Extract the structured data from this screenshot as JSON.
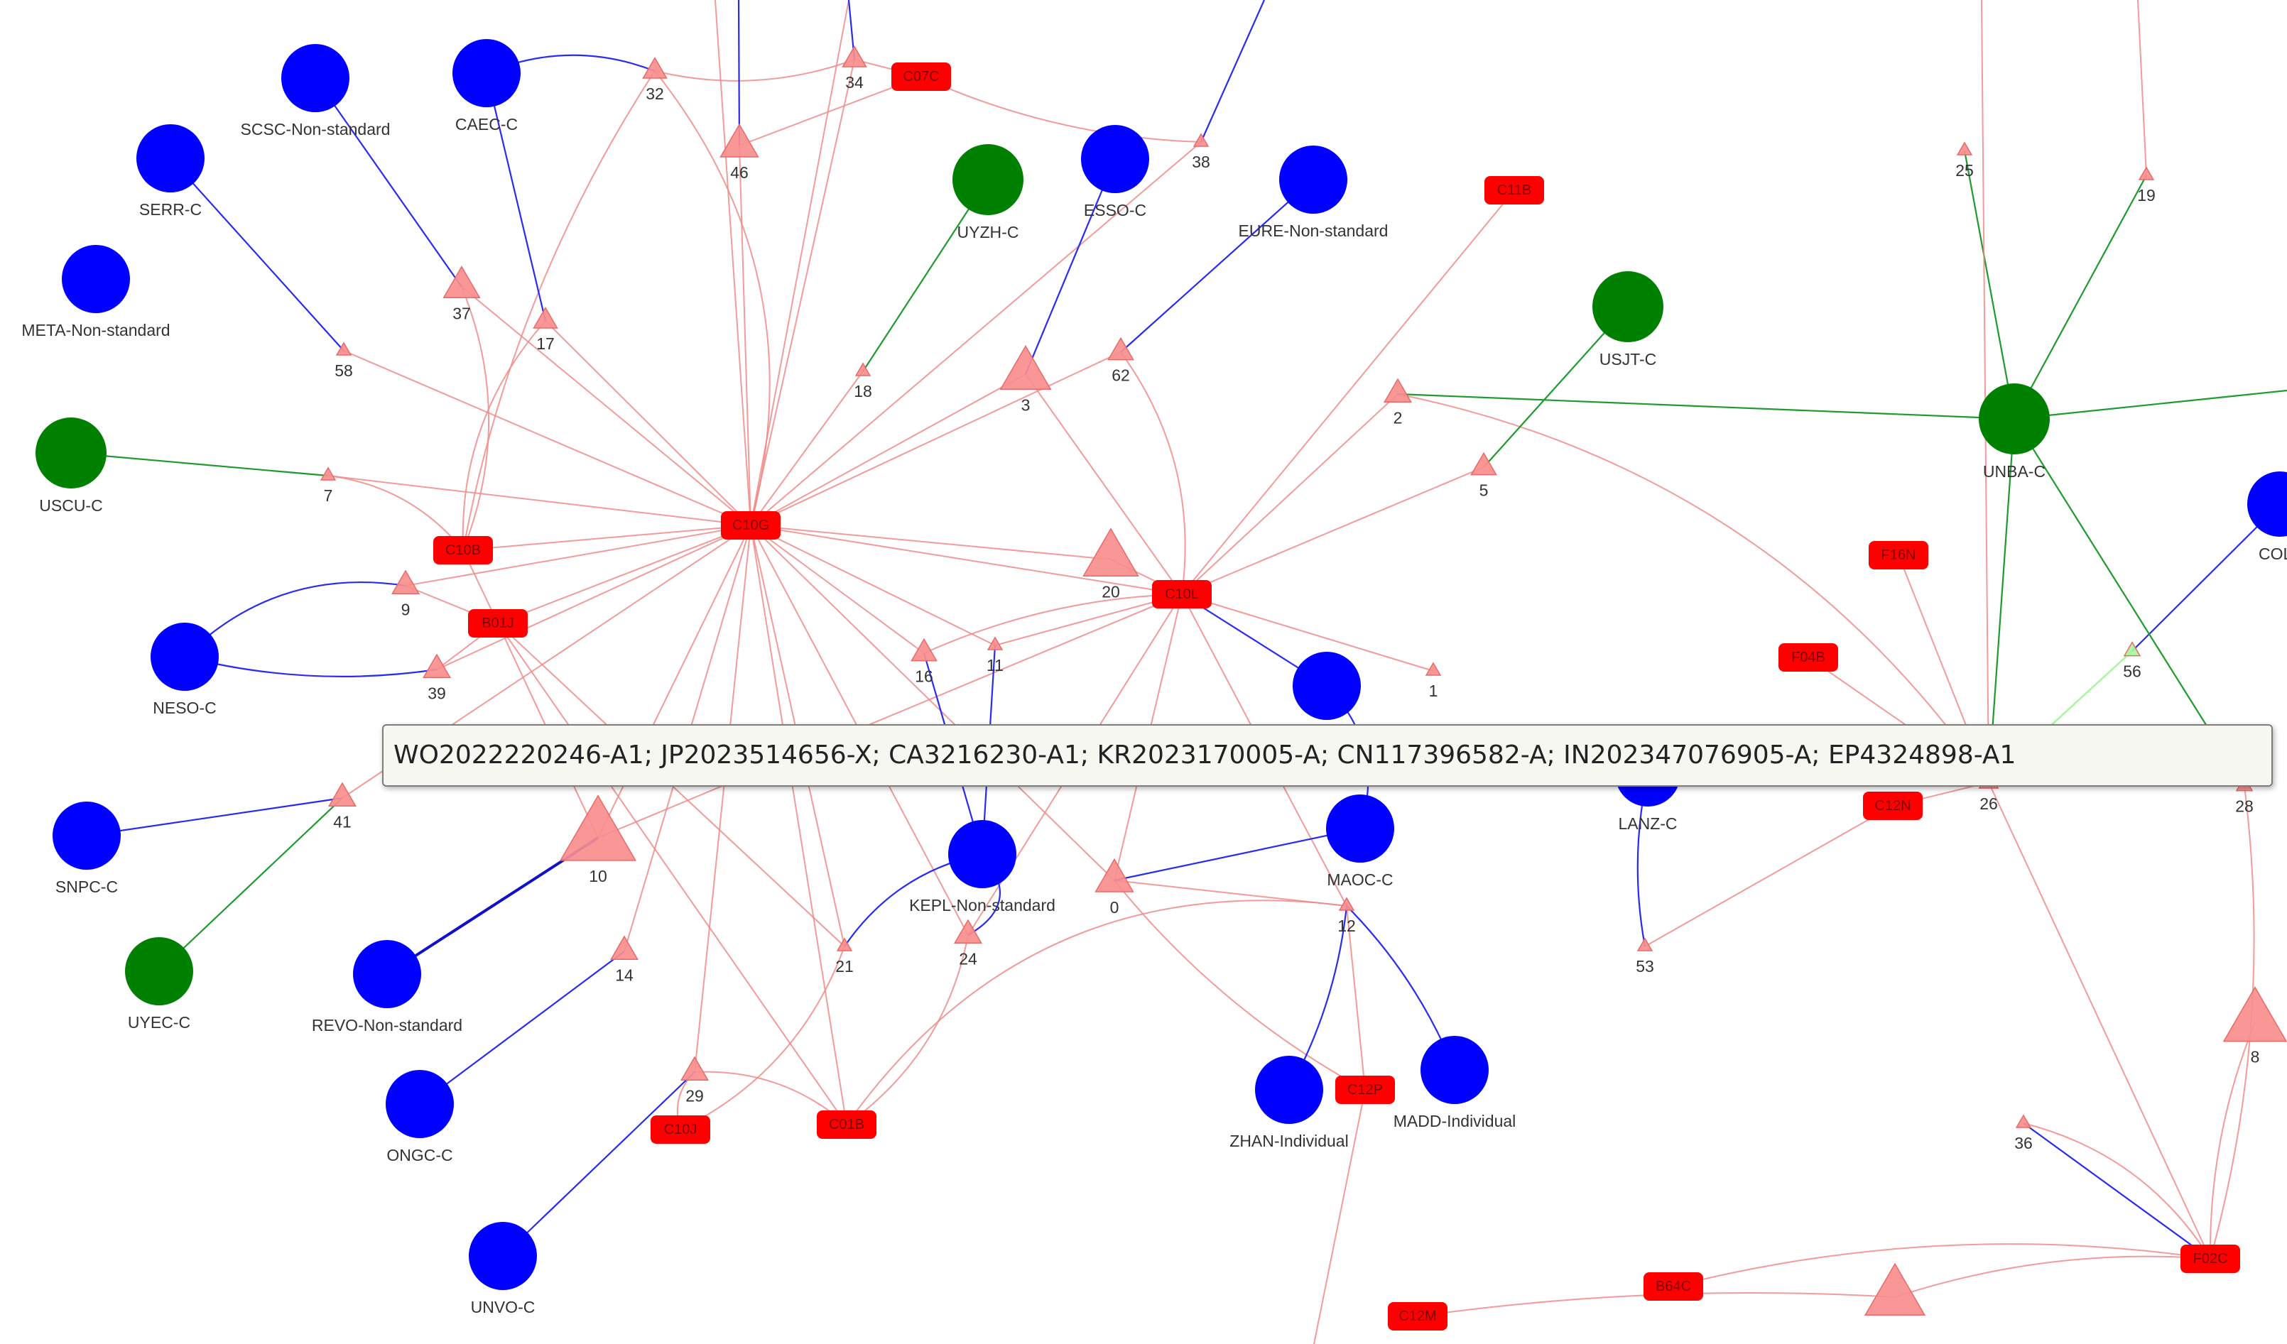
{
  "colors": {
    "individual_node": "#0000ff",
    "company_node": "#008000",
    "topic_fill": "#f98e8e",
    "class_badge": "#ff0000",
    "highlight_topic": "#a9f5a0"
  },
  "tooltip": {
    "text": "WO2022220246-A1; JP2023514656-X; CA3216230-A1; KR2023170005-A; CN117396582-A; IN202347076905-A; EP4324898-A1"
  },
  "assignees": [
    {
      "id": "SCSC",
      "label": "SCSC-Non-standard",
      "color": "blue"
    },
    {
      "id": "CAEC",
      "label": "CAEC-C",
      "color": "blue"
    },
    {
      "id": "SERR",
      "label": "SERR-C",
      "color": "blue"
    },
    {
      "id": "META",
      "label": "META-Non-standard",
      "color": "blue"
    },
    {
      "id": "USCU",
      "label": "USCU-C",
      "color": "green"
    },
    {
      "id": "NESO",
      "label": "NESO-C",
      "color": "blue"
    },
    {
      "id": "SNPC",
      "label": "SNPC-C",
      "color": "blue"
    },
    {
      "id": "UYEC",
      "label": "UYEC-C",
      "color": "green"
    },
    {
      "id": "REVO",
      "label": "REVO-Non-standard",
      "color": "blue"
    },
    {
      "id": "ONGC",
      "label": "ONGC-C",
      "color": "blue"
    },
    {
      "id": "UNVO",
      "label": "UNVO-C",
      "color": "blue"
    },
    {
      "id": "UYZH",
      "label": "UYZH-C",
      "color": "green"
    },
    {
      "id": "ESSO",
      "label": "ESSO-C",
      "color": "blue"
    },
    {
      "id": "EURE",
      "label": "EURE-Non-standard",
      "color": "blue"
    },
    {
      "id": "USJT",
      "label": "USJT-C",
      "color": "green"
    },
    {
      "id": "UNBA",
      "label": "UNBA-C",
      "color": "green"
    },
    {
      "id": "COLL",
      "label": "COLL",
      "color": "blue"
    },
    {
      "id": "KEPL",
      "label": "KEPL-Non-standard",
      "color": "blue"
    },
    {
      "id": "MAOC",
      "label": "MAOC-C",
      "color": "blue"
    },
    {
      "id": "ZHAN",
      "label": "ZHAN-Individual",
      "color": "blue"
    },
    {
      "id": "MADD",
      "label": "MADD-Individual",
      "color": "blue"
    },
    {
      "id": "LANZ",
      "label": "LANZ-C",
      "color": "blue"
    },
    {
      "id": "MID",
      "label": "",
      "color": "blue"
    }
  ],
  "topics": [
    {
      "id": "32",
      "label": "32"
    },
    {
      "id": "34",
      "label": "34"
    },
    {
      "id": "46",
      "label": "46"
    },
    {
      "id": "38",
      "label": "38"
    },
    {
      "id": "37",
      "label": "37"
    },
    {
      "id": "17",
      "label": "17"
    },
    {
      "id": "58",
      "label": "58"
    },
    {
      "id": "18",
      "label": "18"
    },
    {
      "id": "3",
      "label": "3"
    },
    {
      "id": "62",
      "label": "62"
    },
    {
      "id": "2",
      "label": "2"
    },
    {
      "id": "5",
      "label": "5"
    },
    {
      "id": "7",
      "label": "7"
    },
    {
      "id": "9",
      "label": "9"
    },
    {
      "id": "39",
      "label": "39"
    },
    {
      "id": "20",
      "label": "20"
    },
    {
      "id": "16",
      "label": "16"
    },
    {
      "id": "11",
      "label": "11"
    },
    {
      "id": "1",
      "label": "1"
    },
    {
      "id": "41",
      "label": "41"
    },
    {
      "id": "10",
      "label": "10"
    },
    {
      "id": "14",
      "label": "14"
    },
    {
      "id": "21",
      "label": "21"
    },
    {
      "id": "24",
      "label": "24"
    },
    {
      "id": "0",
      "label": "0"
    },
    {
      "id": "12",
      "label": "12"
    },
    {
      "id": "29",
      "label": "29"
    },
    {
      "id": "53",
      "label": "53"
    },
    {
      "id": "25",
      "label": "25"
    },
    {
      "id": "19",
      "label": "19"
    },
    {
      "id": "56",
      "label": "56"
    },
    {
      "id": "26",
      "label": "26"
    },
    {
      "id": "28",
      "label": "28"
    },
    {
      "id": "8",
      "label": "8"
    },
    {
      "id": "36",
      "label": "36"
    },
    {
      "id": "BIG",
      "label": ""
    }
  ],
  "classes": [
    {
      "id": "C07C",
      "label": "C07C"
    },
    {
      "id": "C11B",
      "label": "C11B"
    },
    {
      "id": "C10G",
      "label": "C10G"
    },
    {
      "id": "C10B",
      "label": "C10B"
    },
    {
      "id": "B01J",
      "label": "B01J"
    },
    {
      "id": "C10L",
      "label": "C10L"
    },
    {
      "id": "F16N",
      "label": "F16N"
    },
    {
      "id": "F04B",
      "label": "F04B"
    },
    {
      "id": "C12N",
      "label": "C12N"
    },
    {
      "id": "C12P",
      "label": "C12P"
    },
    {
      "id": "C10J",
      "label": "C10J"
    },
    {
      "id": "C01B",
      "label": "C01B"
    },
    {
      "id": "B64C",
      "label": "B64C"
    },
    {
      "id": "C12M",
      "label": "C12M"
    },
    {
      "id": "F02C",
      "label": "F02C"
    }
  ]
}
